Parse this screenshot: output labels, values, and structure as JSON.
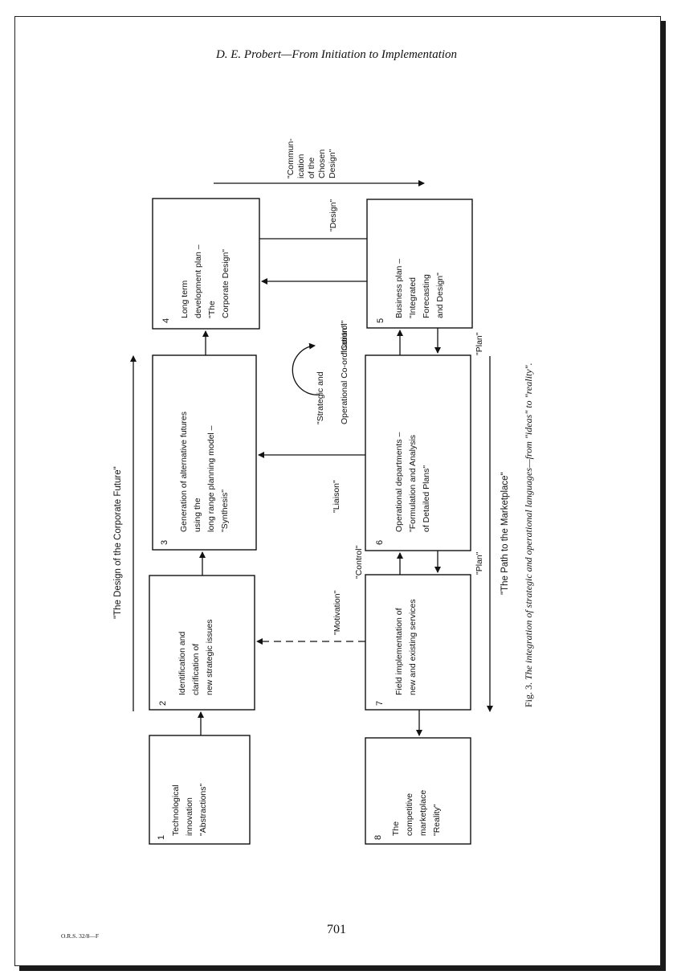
{
  "header": {
    "running_title": "D. E. Probert—From Initiation to Implementation"
  },
  "footer": {
    "page_number": "701",
    "journal_ref": "O.R.S. 32/8—F"
  },
  "figure": {
    "caption_label": "Fig. 3.",
    "caption_text": "The integration of strategic and operational languages—from \"ideas\" to \"reality\".",
    "boxes": [
      {
        "num": "1",
        "lines": [
          "Technological",
          "innovation",
          "\"Abstractions\""
        ]
      },
      {
        "num": "2",
        "lines": [
          "Identification and",
          "clarification of",
          "new strategic issues"
        ]
      },
      {
        "num": "3",
        "lines": [
          "Generation of alternative futures",
          "using the",
          "long range planning model –",
          "\"Synthesis\""
        ]
      },
      {
        "num": "4",
        "lines": [
          "Long term",
          "development plan –",
          "\"The",
          "Corporate Design\""
        ]
      },
      {
        "num": "5",
        "lines": [
          "Business plan –",
          "\"Integrated",
          "Forecasting",
          "and Design\""
        ]
      },
      {
        "num": "6",
        "lines": [
          "Operational departments –",
          "\"Formulation and Analysis",
          "of Detailed Plans\""
        ]
      },
      {
        "num": "7",
        "lines": [
          "Field implementation of",
          "new and existing services"
        ]
      },
      {
        "num": "8",
        "lines": [
          "The",
          "competitive",
          "marketplace",
          "\"Reality\""
        ]
      }
    ],
    "labels": {
      "design_future": "\"The Design of the Corporate Future\"",
      "path_marketplace": "\"The Path to the Marketplace\"",
      "communication": [
        "\"Commun-",
        "ication",
        "of the",
        "Chosen",
        "Design\""
      ],
      "design": "\"Design\"",
      "strategic_coord": [
        "\"Strategic and",
        "Operational Co-ordination\""
      ],
      "control": "\"Control\"",
      "plan": "\"Plan\"",
      "liaison": "\"Liaison\"",
      "motivation": "\"Motivation\""
    }
  }
}
